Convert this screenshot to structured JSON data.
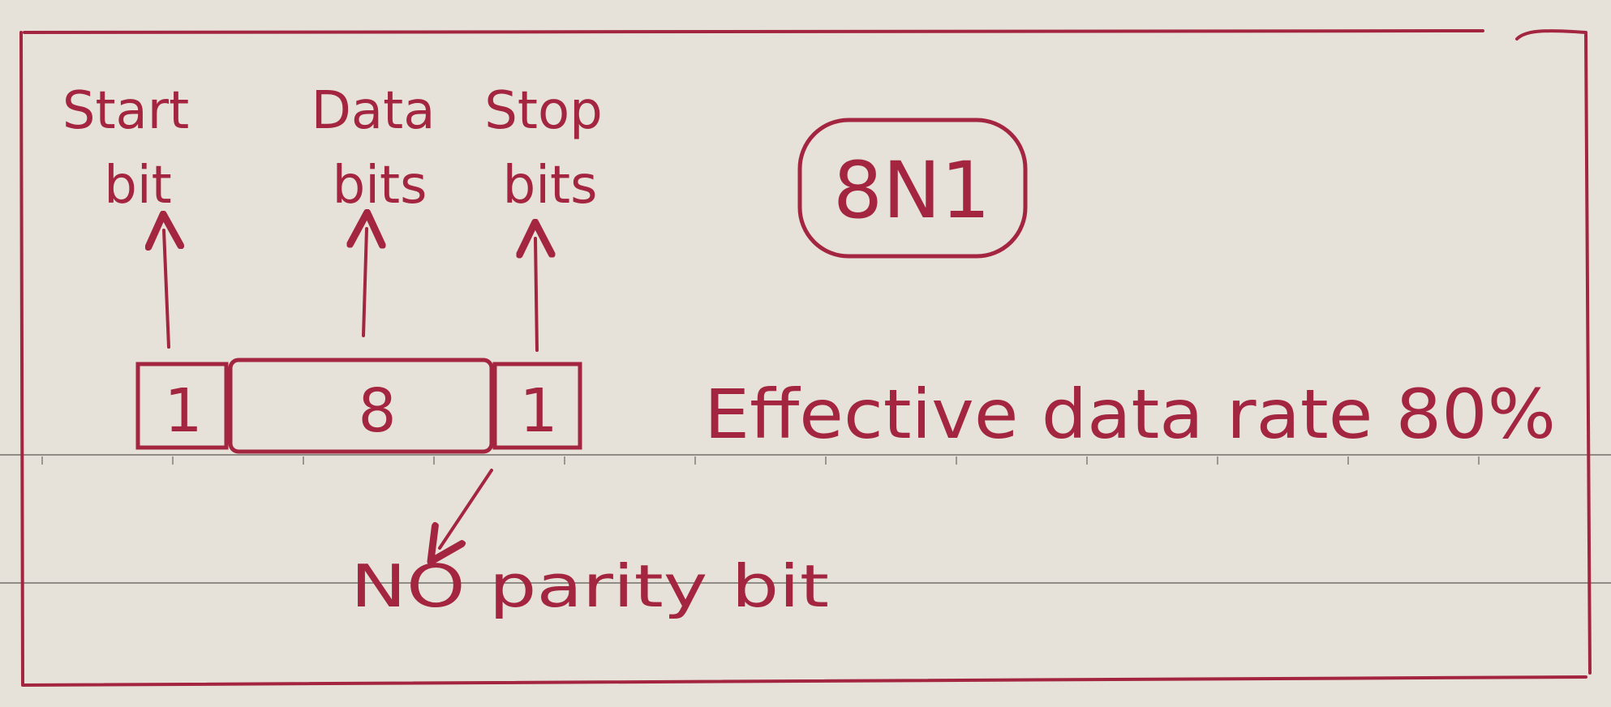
{
  "config_badge": "8N1",
  "frame": {
    "start": {
      "label_line1": "Start",
      "label_line2": "bit",
      "count": "1"
    },
    "data": {
      "label_line1": "Data",
      "label_line2": "bits",
      "count": "8"
    },
    "stop": {
      "label_line1": "Stop",
      "label_line2": "bits",
      "count": "1"
    }
  },
  "parity_note": "NO parity bit",
  "effective_rate": "Effective data rate 80%",
  "colors": {
    "ink": "#a3253f",
    "paper": "#e6e2d9",
    "rule_line": "#8f8c86"
  }
}
